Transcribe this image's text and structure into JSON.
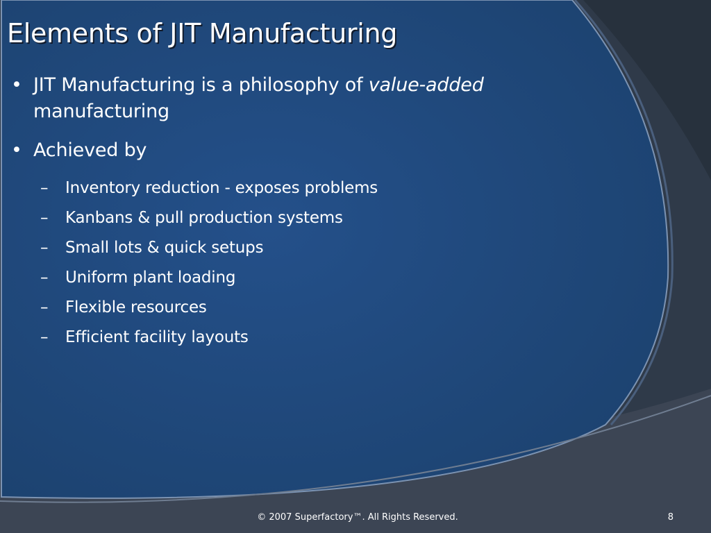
{
  "slide": {
    "title": "Elements of JIT Manufacturing",
    "bullets": [
      {
        "marker": "•",
        "text_before": "JIT Manufacturing is a philosophy of ",
        "text_italic": "value-added",
        "text_after": "manufacturing"
      },
      {
        "marker": "•",
        "text": "Achieved by"
      }
    ],
    "sub_marker": "–",
    "sub_items": [
      "Inventory reduction - exposes problems",
      "Kanbans & pull production systems",
      "Small lots & quick setups",
      "Uniform plant loading",
      "Flexible resources",
      "Efficient facility layouts"
    ],
    "footer": {
      "copyright": "© 2007 Superfactory™.  All Rights Reserved.",
      "page_number": "8"
    }
  },
  "colors": {
    "slide_blue": "#214878",
    "dark_background": "#2f3a49",
    "text": "#ffffff"
  }
}
